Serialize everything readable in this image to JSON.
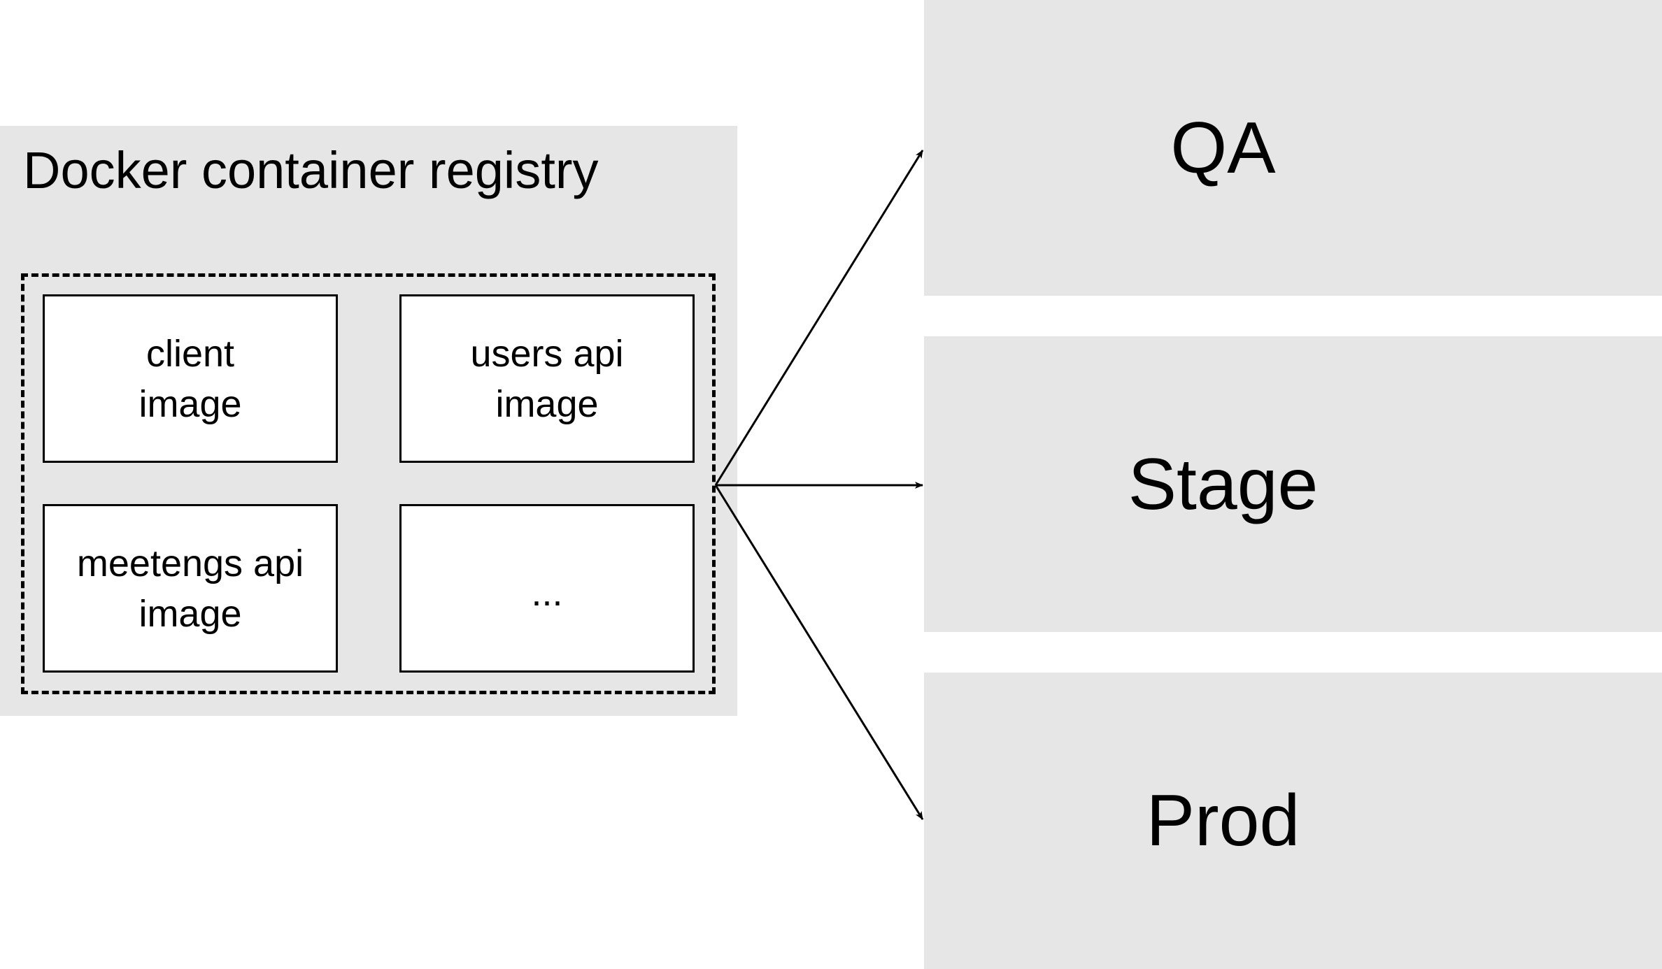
{
  "registry": {
    "title": "Docker container registry",
    "images": [
      {
        "label": "client\nimage"
      },
      {
        "label": "users api\nimage"
      },
      {
        "label": "meetengs api\nimage"
      },
      {
        "label": "..."
      }
    ]
  },
  "environments": [
    {
      "label": "QA"
    },
    {
      "label": "Stage"
    },
    {
      "label": "Prod"
    }
  ],
  "colors": {
    "box_fill": "#e6e6e6",
    "stroke": "#000000",
    "background": "#ffffff"
  }
}
